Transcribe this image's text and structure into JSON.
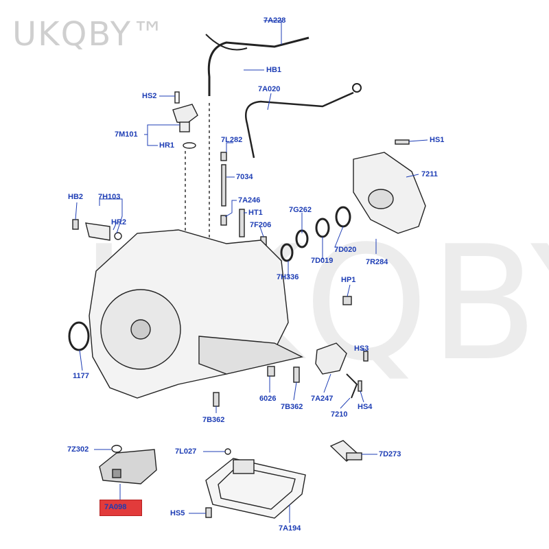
{
  "watermark": {
    "top": "UKQBY™",
    "middle": "UKQBY™"
  },
  "labels": {
    "l7A228": "7A228",
    "lHB1": "HB1",
    "lHS2": "HS2",
    "l7A020": "7A020",
    "l7M101": "7M101",
    "lHR1": "HR1",
    "l7L282": "7L282",
    "lHS1": "HS1",
    "l7211": "7211",
    "l7034": "7034",
    "lHB2": "HB2",
    "l7H103": "7H103",
    "l7A246": "7A246",
    "lHT1": "HT1",
    "l7G262": "7G262",
    "lHR2": "HR2",
    "l7F206": "7F206",
    "l7D020": "7D020",
    "l7D019": "7D019",
    "l7R284": "7R284",
    "lH336": "7H336",
    "lHP1": "HP1",
    "l1177": "1177",
    "lHS3": "HS3",
    "l6026": "6026",
    "l7A247": "7A247",
    "l7B362a": "7B362",
    "l7B362b": "7B362",
    "lHS4": "HS4",
    "l7210": "7210",
    "l7Z302": "7Z302",
    "l7L027": "7L027",
    "l7D273": "7D273",
    "lHS5": "HS5",
    "l7A194": "7A194"
  },
  "highlighted_part": "7A098",
  "colors": {
    "label": "#1c3cb4",
    "line": "#222222",
    "highlight": "#e23b3b"
  }
}
